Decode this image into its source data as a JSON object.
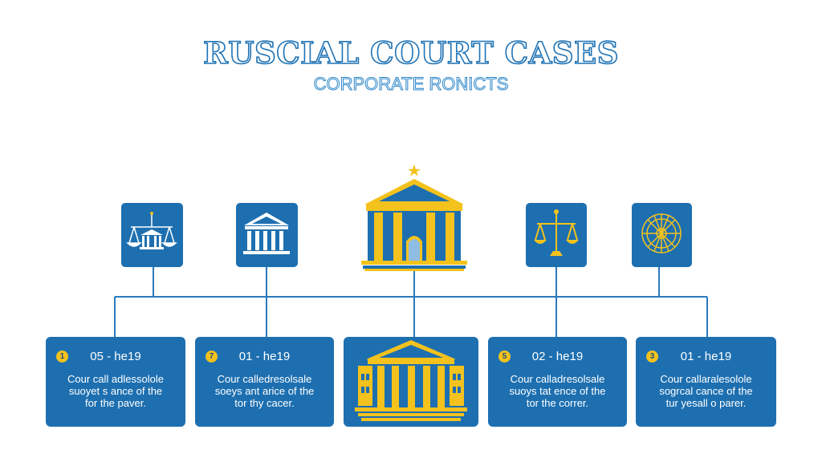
{
  "title": "RUSCIAL COURT CASES",
  "subtitle": "CORPORATE RONICTS",
  "colors": {
    "primary": "#1d6fb0",
    "accent": "#f4c21d",
    "line": "#2a7abd"
  },
  "icons": [
    "scales-building-icon",
    "courthouse-icon",
    "central-courthouse-icon",
    "scales-icon",
    "compass-seal-icon"
  ],
  "cards": [
    {
      "badge": "1",
      "heading": "05 - he19",
      "lines": [
        "Cour call adlessolole",
        "suoyet s ance of the",
        "for the paver."
      ]
    },
    {
      "badge": "7",
      "heading": "01 - he19",
      "lines": [
        "Cour calledresolsale",
        "soeys ant arice of the",
        "tor thy cacer."
      ]
    },
    {
      "badge": "5",
      "heading": "02 - he19",
      "lines": [
        "Cour calladresolsale",
        "suoys tat ence of the",
        "tor the correr."
      ]
    },
    {
      "badge": "3",
      "heading": "01 - he19",
      "lines": [
        "Cour callaralesolole",
        "sogrcal cance of the",
        "tur yesall o parer."
      ]
    }
  ]
}
